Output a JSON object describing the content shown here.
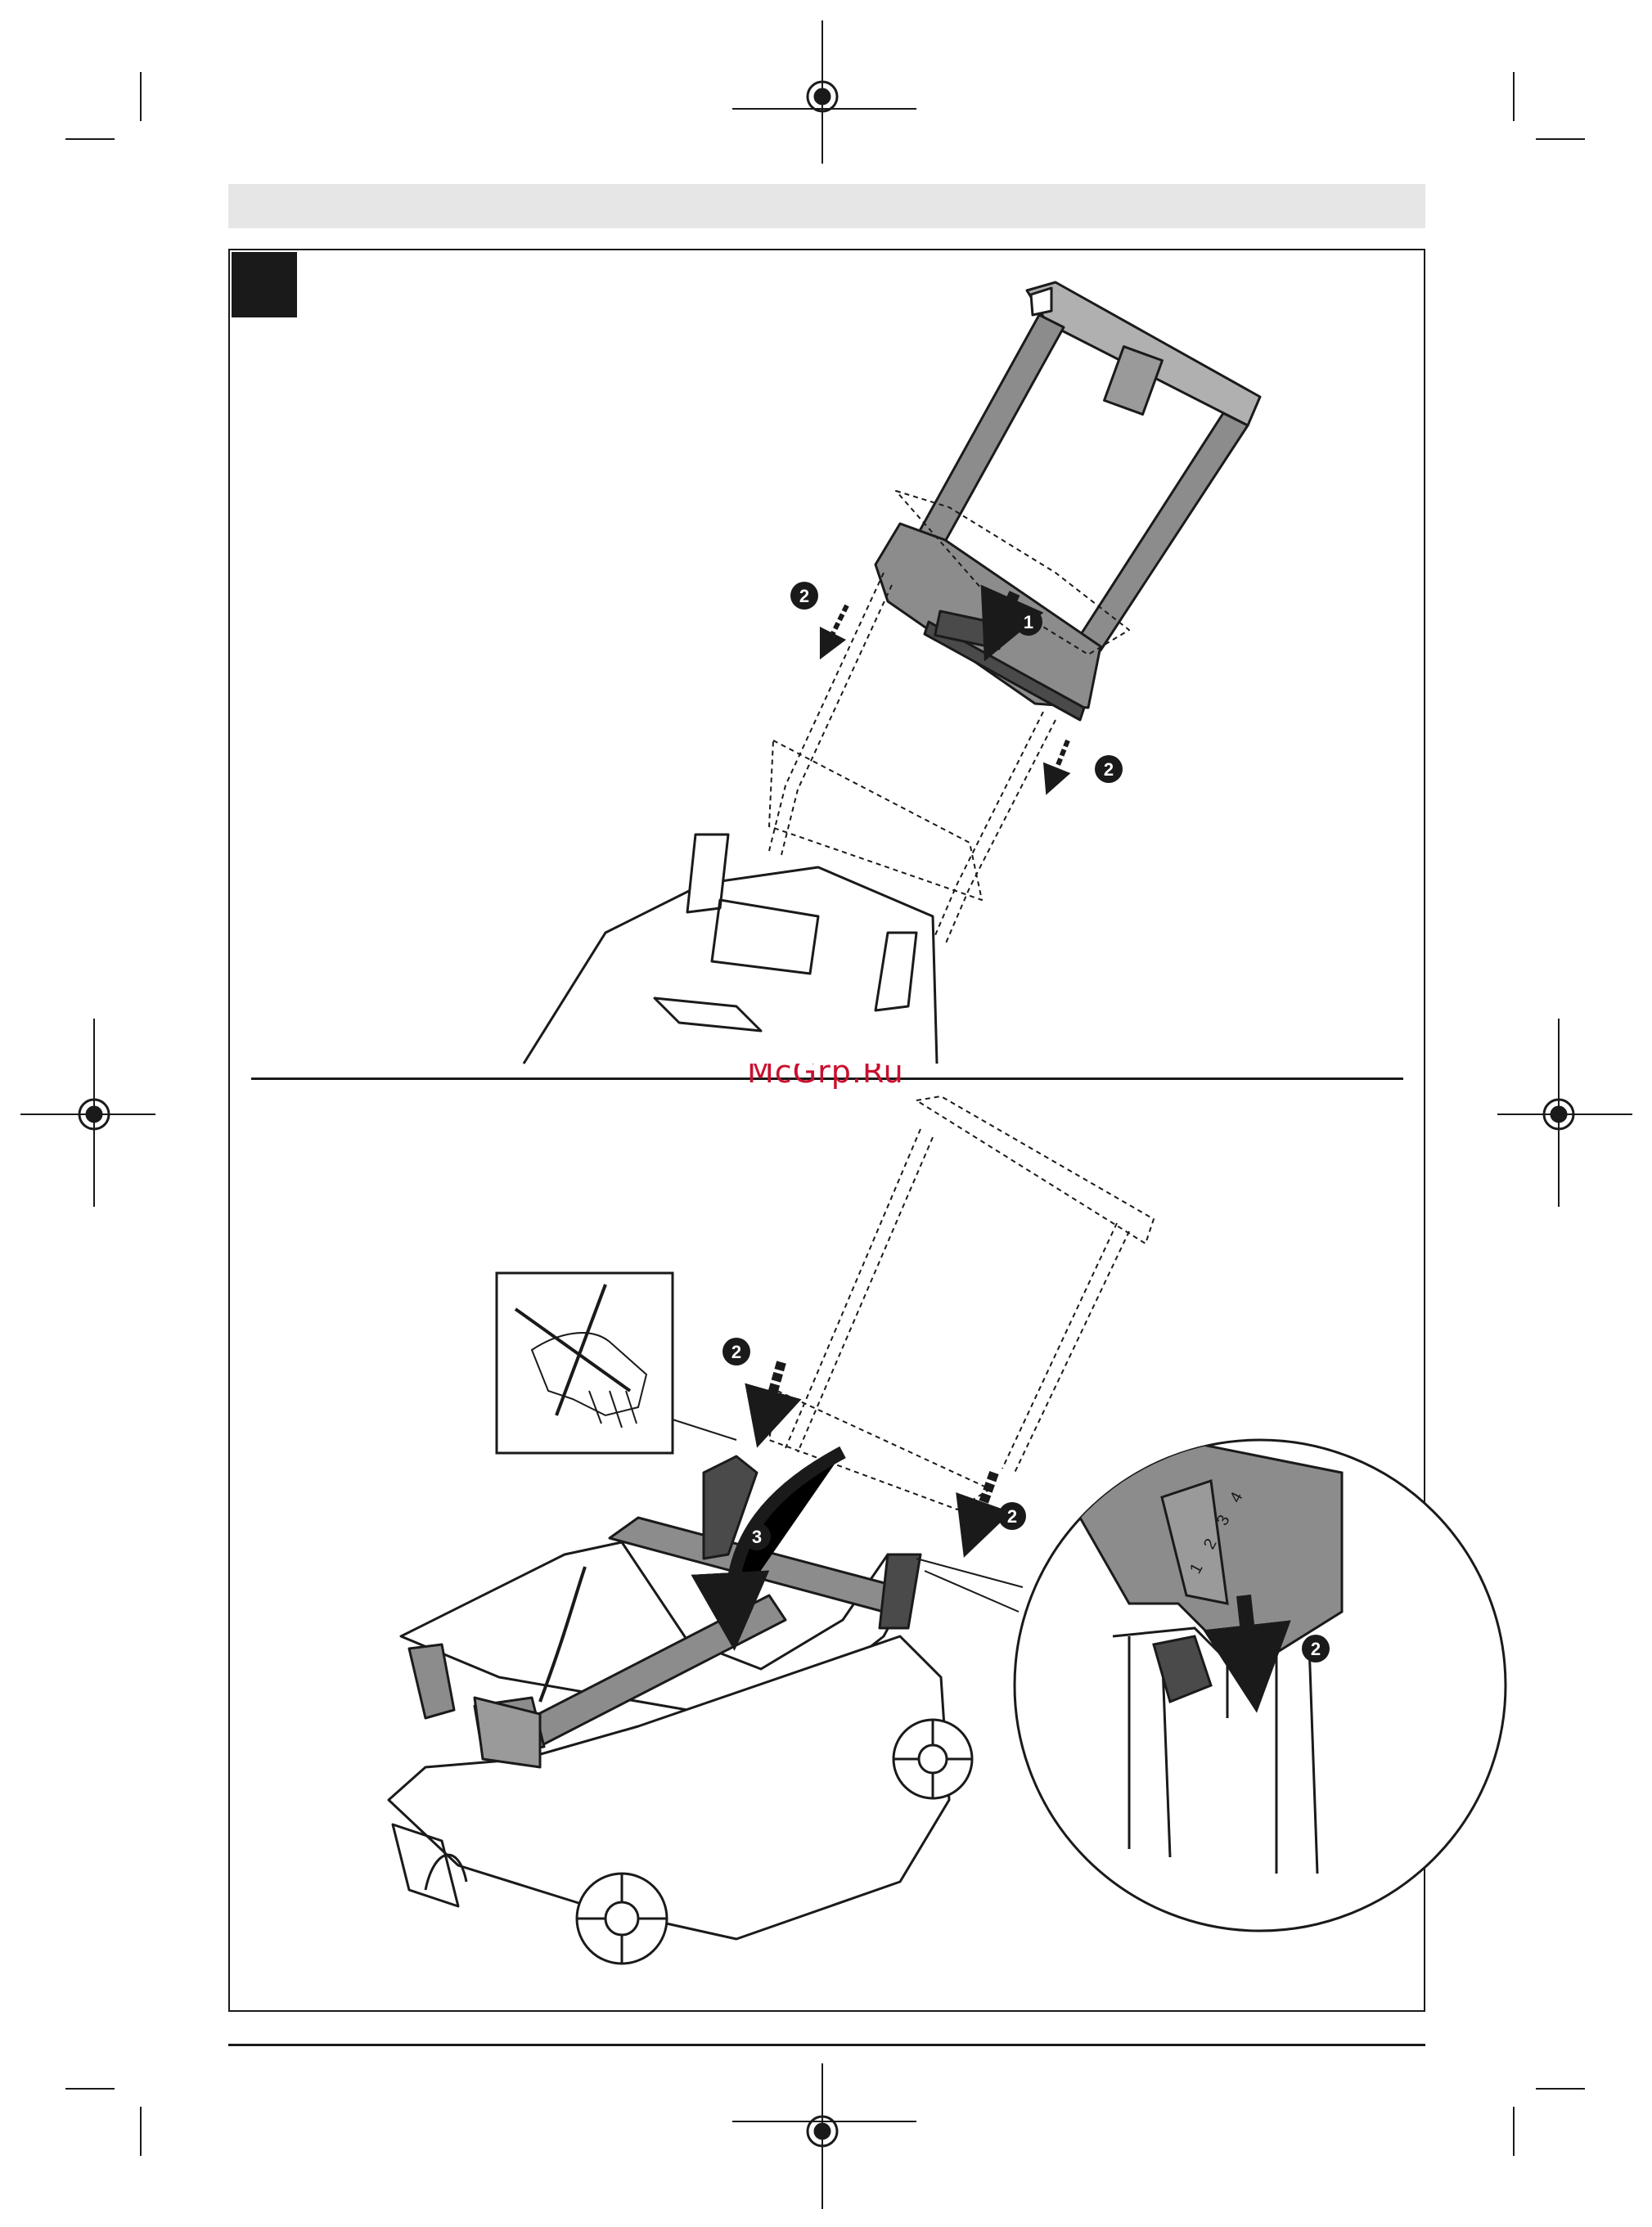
{
  "watermark": {
    "text": "McGrp.Ru",
    "color": "#c8102e"
  },
  "step_markers": {
    "one": "1",
    "two": "2",
    "three": "3"
  },
  "height_scale": [
    "1",
    "2",
    "3",
    "4"
  ],
  "colors": {
    "line": "#1a1a1a",
    "header_bar": "#e6e6e6",
    "part_gray": "#8c8c8c",
    "dark_part": "#4a4a4a"
  },
  "icons": {
    "registration": "registration-mark-icon",
    "no_hand": "no-hand-warning-icon",
    "arrow": "push-arrow-icon"
  }
}
